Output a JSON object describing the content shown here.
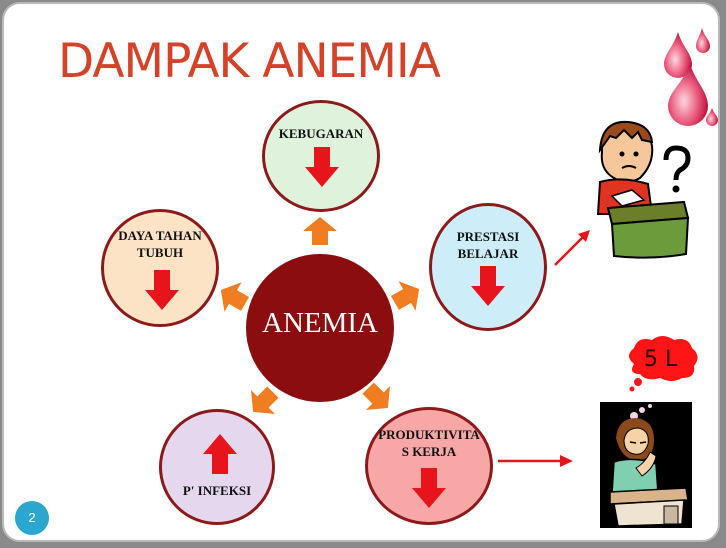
{
  "slide": {
    "title": "DAMPAK ANEMIA",
    "page_number": "2"
  },
  "center": {
    "label": "ANEMIA",
    "color": "#8b0d10"
  },
  "nodes": [
    {
      "label": "KEBUGARAN",
      "arrow": "down",
      "fill": "#dff3dc"
    },
    {
      "label": "PRESTASI\nBELAJAR",
      "arrow": "down",
      "fill": "#cdeef8"
    },
    {
      "label": "PRODUKTIVITA\nS KERJA",
      "arrow": "down",
      "fill": "#f8a7a7"
    },
    {
      "label": "P' INFEKSI",
      "arrow": "up",
      "fill": "#e5d7ee"
    },
    {
      "label": "DAYA TAHAN\nTUBUH",
      "arrow": "down",
      "fill": "#fde3c5"
    }
  ],
  "cloud": {
    "text": "5 L"
  },
  "colors": {
    "title": "#d2432a",
    "arrow_red": "#e8141b",
    "spoke_orange": "#f07d22",
    "node_border": "#8d1a1a"
  },
  "icons": [
    "blood-drops",
    "confused-boy-clipart",
    "tired-girl-clipart",
    "red-pointer-arrow"
  ]
}
